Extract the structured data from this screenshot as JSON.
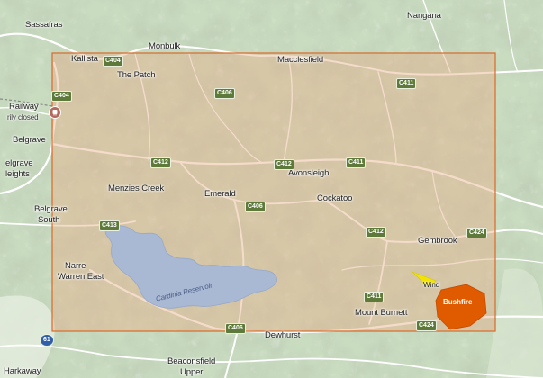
{
  "towns": {
    "sassafras": "Sassafras",
    "nangana": "Nangana",
    "monbulk": "Monbulk",
    "kallista": "Kallista",
    "the_patch": "The Patch",
    "macclesfield": "Macclesfield",
    "railway": "Railway",
    "railway_status": "rily closed",
    "belgrave": "Belgrave",
    "belgrave_heights_1": "elgrave",
    "belgrave_heights_2": "leights",
    "avonsleigh": "Avonsleigh",
    "menzies_creek": "Menzies Creek",
    "emerald": "Emerald",
    "cockatoo": "Cockatoo",
    "belgrave_south_1": "Belgrave",
    "belgrave_south_2": "South",
    "gembrook": "Gembrook",
    "narre_warren_east_1": "Narre",
    "narre_warren_east_2": "Warren East",
    "cardinia_reservoir": "Cardinia Reservoir",
    "mount_burnett": "Mount Burnett",
    "dewhurst": "Dewhurst",
    "beaconsfield_upper_1": "Beaconsfield",
    "beaconsfield_upper_2": "Upper",
    "harkaway": "Harkaway"
  },
  "roads": {
    "c404_a": "C404",
    "c404_b": "C404",
    "c406_a": "C406",
    "c406_b": "C406",
    "c406_c": "C406",
    "c411_a": "C411",
    "c411_b": "C411",
    "c411_c": "C411",
    "c412_a": "C412",
    "c412_b": "C412",
    "c412_c": "C412",
    "c413": "C413",
    "c424_a": "C424",
    "c424_b": "C424",
    "r61": "61"
  },
  "overlays": {
    "wind_label": "Wind",
    "bushfire_label": "Bushfire",
    "area_border_color": "#d86a2a",
    "area_fill_color": "#e7b08a",
    "wind_color": "#f2e400",
    "bushfire_color": "#e05a00"
  },
  "icons": {
    "poi": "railway-poi-icon"
  }
}
